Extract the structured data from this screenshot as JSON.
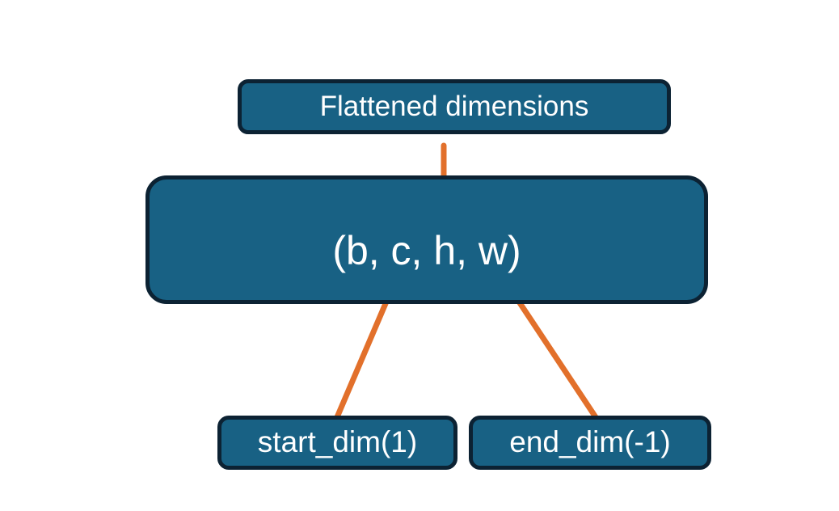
{
  "diagram": {
    "title_node": {
      "label": "Flattened dimensions"
    },
    "shape_node": {
      "label": "(b, c, h, w)"
    },
    "start_node": {
      "label": "start_dim(1)"
    },
    "end_node": {
      "label": "end_dim(-1)"
    },
    "colors": {
      "node_fill": "#186184",
      "node_border": "#0c2233",
      "node_text": "#ffffff",
      "connector": "#e2702b",
      "background": "#ffffff"
    },
    "connectors": [
      {
        "name": "brace-flattened-to-shape",
        "kind": "curly-brace",
        "from": "shape_node",
        "to": "title_node",
        "spans_dimensions": "c, h, w"
      },
      {
        "name": "arrow-start-dim-to-c",
        "kind": "arrow",
        "from": "start_node",
        "to": "shape_node",
        "points_at_dimension": "c"
      },
      {
        "name": "arrow-end-dim-to-w",
        "kind": "arrow",
        "from": "end_node",
        "to": "shape_node",
        "points_at_dimension": "w"
      }
    ]
  }
}
